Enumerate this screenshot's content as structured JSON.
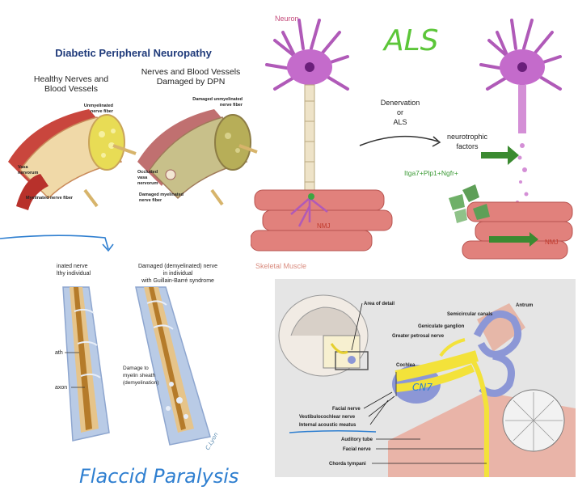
{
  "dpn": {
    "title": "Diabetic Peripheral Neuropathy",
    "healthy_title_1": "Healthy Nerves and",
    "healthy_title_2": "Blood Vessels",
    "damaged_title_1": "Nerves and Blood Vessels",
    "damaged_title_2": "Damaged by DPN",
    "unmyelinated_1": "Unmyelinated",
    "unmyelinated_2": "nerve fiber",
    "vasa_1": "Vasa",
    "vasa_2": "nervorum",
    "myelinated": "Myelinated nerve fiber",
    "damaged_unmyel_1": "Damaged unmyelinated",
    "damaged_unmyel_2": "nerve fiber",
    "occluded_1": "Occluded",
    "occluded_2": "vasa",
    "occluded_3": "nervorum",
    "damaged_myel_1": "Damaged myelinated",
    "damaged_myel_2": "nerve fiber"
  },
  "als": {
    "neuron_label": "Neuron",
    "handwritten": "ALS",
    "denervation_1": "Denervation",
    "denervation_2": "or",
    "denervation_3": "ALS",
    "neurotrophic_1": "neurotrophic",
    "neurotrophic_2": "factors",
    "markers": "Itga7+Plp1+Ngfr+",
    "nmj_left": "NMJ",
    "nmj_right": "NMJ",
    "skeletal_muscle": "Skeletal Muscle"
  },
  "gbs": {
    "left_caption_1": "inated nerve",
    "left_caption_2": "lthy individual",
    "right_caption_1": "Damaged (demyelinated) nerve",
    "right_caption_2": "in individual",
    "right_caption_3": "with Guillain-Barré syndrome",
    "sheath": "ath",
    "axon": "axon",
    "damage_1": "Damage to",
    "damage_2": "myelin sheath",
    "damage_3": "(demyelination)",
    "signature": "C.Lyon",
    "handwritten": "Flaccid Paralysis"
  },
  "ear": {
    "area_of_detail": "Area of detail",
    "antrum": "Antrum",
    "semicircular": "Semicircular canals",
    "geniculate": "Geniculate ganglion",
    "petrosal": "Greater petrosal nerve",
    "cochlea": "Cochlea",
    "cn7": "CN7",
    "facial_nerve": "Facial nerve",
    "vestibulocochlear": "Vestibulocochlear nerve",
    "acoustic_meatus": "Internal acoustic meatus",
    "auditory_tube": "Auditory tube",
    "facial_nerve_2": "Facial nerve",
    "chorda": "Chorda tympani"
  },
  "colors": {
    "handwriting_blue": "#2f7fd0",
    "handwriting_green": "#5cc639",
    "neuron_purple": "#b05ab8",
    "muscle_red": "#e1817c",
    "nerve_yellow": "#f3e23a",
    "vein_blue": "#8c97d6"
  }
}
